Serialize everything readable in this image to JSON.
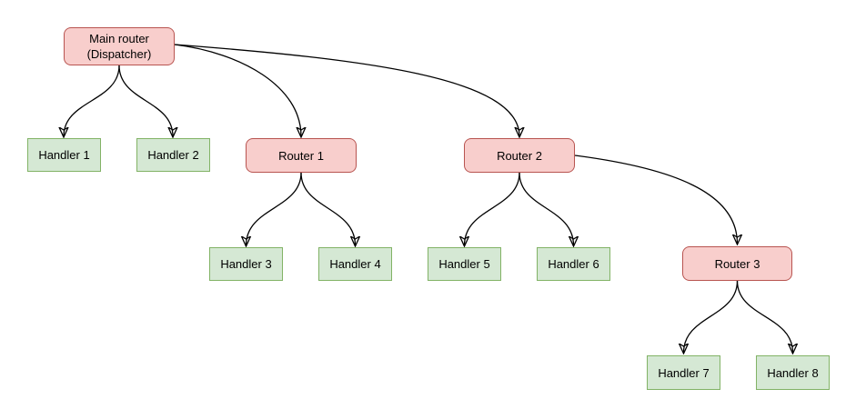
{
  "diagram": {
    "type": "flowchart-tree",
    "background": "#ffffff",
    "nodes": [
      {
        "label": "Main router (Dispatcher)",
        "type": "router"
      },
      {
        "label": "Handler 1",
        "type": "handler"
      },
      {
        "label": "Handler 2",
        "type": "handler"
      },
      {
        "label": "Router 1",
        "type": "router"
      },
      {
        "label": "Router 2",
        "type": "router"
      },
      {
        "label": "Handler 3",
        "type": "handler"
      },
      {
        "label": "Handler 4",
        "type": "handler"
      },
      {
        "label": "Handler 5",
        "type": "handler"
      },
      {
        "label": "Handler 6",
        "type": "handler"
      },
      {
        "label": "Router 3",
        "type": "router"
      },
      {
        "label": "Handler 7",
        "type": "handler"
      },
      {
        "label": "Handler 8",
        "type": "handler"
      }
    ],
    "edges": [
      {
        "from": "Main router (Dispatcher)",
        "to": "Handler 1"
      },
      {
        "from": "Main router (Dispatcher)",
        "to": "Handler 2"
      },
      {
        "from": "Main router (Dispatcher)",
        "to": "Router 1"
      },
      {
        "from": "Main router (Dispatcher)",
        "to": "Router 2"
      },
      {
        "from": "Router 1",
        "to": "Handler 3"
      },
      {
        "from": "Router 1",
        "to": "Handler 4"
      },
      {
        "from": "Router 2",
        "to": "Handler 5"
      },
      {
        "from": "Router 2",
        "to": "Handler 6"
      },
      {
        "from": "Router 2",
        "to": "Router 3"
      },
      {
        "from": "Router 3",
        "to": "Handler 7"
      },
      {
        "from": "Router 3",
        "to": "Handler 8"
      }
    ],
    "colors": {
      "router_fill": "#f8cecc",
      "router_border": "#b85450",
      "handler_fill": "#d5e8d4",
      "handler_border": "#82b366",
      "edge_stroke": "#000000",
      "text": "#000000"
    }
  }
}
